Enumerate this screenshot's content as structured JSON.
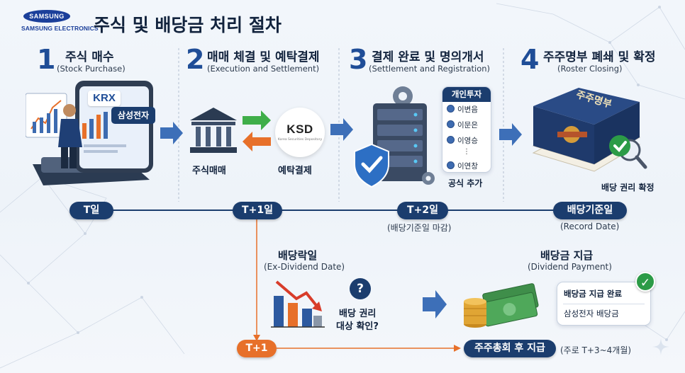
{
  "header": {
    "logo_text": "SAMSUNG",
    "logo_sub": "SAMSUNG ELECTRONICS",
    "title": "주식 및 배당금 처리 절차"
  },
  "steps": [
    {
      "num": "1",
      "title": "주식 매수",
      "subtitle": "(Stock Purchase)"
    },
    {
      "num": "2",
      "title": "매매 체결 및 예탁결제",
      "subtitle": "(Execution and Settlement)"
    },
    {
      "num": "3",
      "title": "결제 완료 및 명의개서",
      "subtitle": "(Settlement and Registration)"
    },
    {
      "num": "4",
      "title": "주주명부 폐쇄 및 확정",
      "subtitle": "(Roster Closing)"
    }
  ],
  "step1": {
    "krx_label": "KRX",
    "stock_tag": "삼성전자"
  },
  "step2": {
    "trade_label": "주식매매",
    "settle_label": "예탁결제",
    "ksd_logo": "KSD",
    "ksd_sub": "Korea Securities Depository"
  },
  "step3": {
    "list_title": "개인투자",
    "persons": [
      "이변음",
      "이문은",
      "이영승",
      "이연창"
    ],
    "dots": "⋮",
    "caption": "공식 추가"
  },
  "step4": {
    "book_title": "주주명부",
    "caption": "배당 권리 확정"
  },
  "timeline": {
    "t0": "T일",
    "t1": "T+1일",
    "t2": "T+2일",
    "t2_sub": "(배당기준일 마감)",
    "record": "배당기준일",
    "record_sub": "(Record Date)"
  },
  "exdiv": {
    "title": "배당락일",
    "subtitle": "(Ex-Dividend Date)",
    "question": "?",
    "check_line1": "배당 권리",
    "check_line2": "대상 확인?"
  },
  "payment": {
    "title": "배당금 지급",
    "subtitle": "(Dividend Payment)",
    "card_line1": "배당금 지급 완료",
    "card_line2": "삼성전자 배당금",
    "check": "✓"
  },
  "bottom": {
    "t1": "T+1",
    "after_meeting": "주주총회 후 지급",
    "note": "(주로 T+3~4개월)"
  },
  "colors": {
    "navy": "#1b3d6e",
    "accent_blue": "#1f4d97",
    "orange": "#e7702a",
    "green": "#2c9b47"
  }
}
